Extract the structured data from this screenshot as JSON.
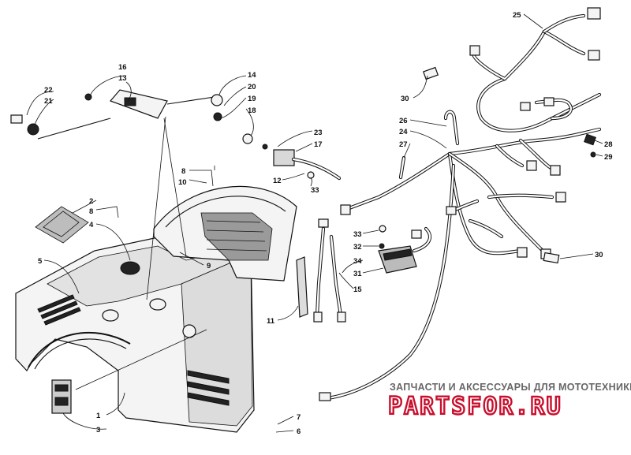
{
  "callouts": {
    "c1": "1",
    "c2": "2",
    "c3": "3",
    "c4": "4",
    "c5": "5",
    "c6": "6",
    "c7": "7",
    "c8a": "8",
    "c8b": "8",
    "c9": "9",
    "c10": "10",
    "c11": "11",
    "c12": "12",
    "c13": "13",
    "c14": "14",
    "c15": "15",
    "c16": "16",
    "c17": "17",
    "c18": "18",
    "c19": "19",
    "c20": "20",
    "c21": "21",
    "c22": "22",
    "c23": "23",
    "c24": "24",
    "c25": "25",
    "c26": "26",
    "c27": "27",
    "c28": "28",
    "c29": "29",
    "c30a": "30",
    "c30b": "30",
    "c31": "31",
    "c32": "32",
    "c33a": "33",
    "c33b": "33",
    "c34": "34"
  },
  "watermark": {
    "caption": "ЗАПЧАСТИ И АКСЕССУАРЫ ДЛЯ МОТОТЕХНИКИ",
    "logo": "PARTSFOR.RU",
    "logo_color": "#c8102e"
  }
}
